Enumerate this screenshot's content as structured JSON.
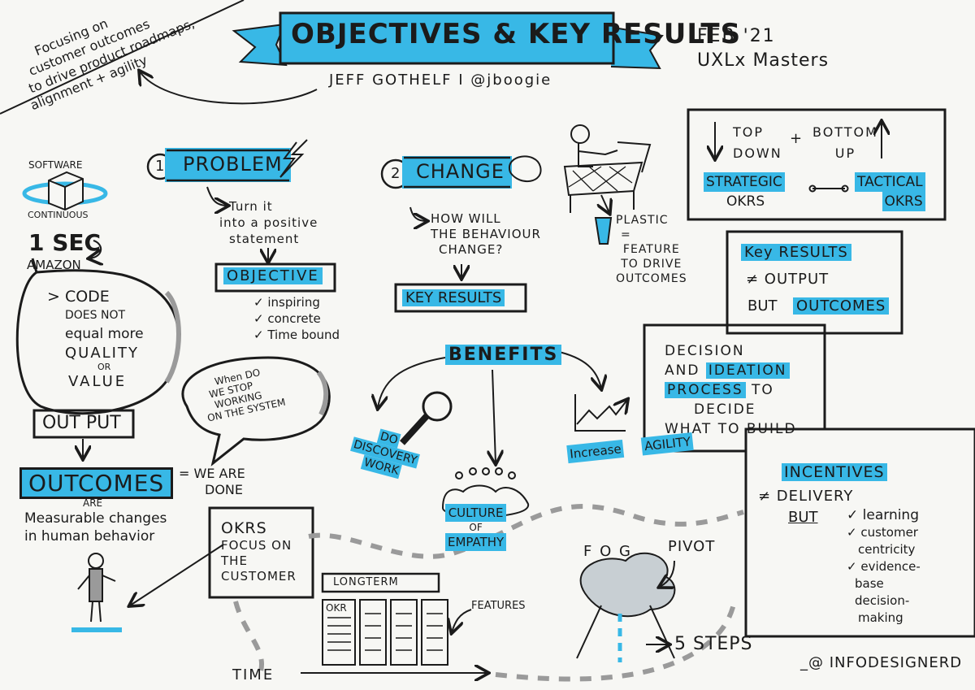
{
  "header": {
    "title": "OBJECTIVES & KEY RESULTS",
    "speaker": "JEFF GOTHELF I @jboogie",
    "date": "FEB '21",
    "event": "UXLx Masters",
    "tagline": [
      "Focusing on",
      "customer outcomes",
      "to drive product roadmaps,",
      "alignment + agility"
    ]
  },
  "left": {
    "software": "SOFTWARE",
    "continuous": "CONTINUOUS",
    "one_sec": "1 SEC",
    "amazon": "AMAZON",
    "code_bubble": [
      "> CODE",
      "DOES NOT",
      "equal more",
      "QUALITY",
      "OR",
      "VALUE"
    ],
    "output": "OUT PUT",
    "outcomes": "OUTCOMES",
    "are": "ARE",
    "outcomes_def": [
      "Measurable changes",
      "in human behavior"
    ],
    "we_are_done": [
      "= WE ARE",
      "DONE"
    ],
    "stop_bubble": [
      "When DO",
      "WE STOP",
      "WORKING",
      "ON THE SYSTEM"
    ]
  },
  "problem": {
    "number": "1",
    "label": "PROBLEM",
    "turn": [
      "Turn it",
      "into a positive",
      "statement"
    ],
    "objective": "OBJECTIVE",
    "checks": [
      "✓ inspiring",
      "✓ concrete",
      "✓ Time bound"
    ]
  },
  "change": {
    "number": "2",
    "label": "CHANGE",
    "question": [
      "HOW WILL",
      "THE BEHAVIOUR",
      "CHANGE?"
    ],
    "key_results": "KEY RESULTS"
  },
  "plastic": [
    "PLASTIC",
    "=",
    "FEATURE",
    "TO DRIVE",
    "OUTCOMES"
  ],
  "topdown": {
    "top_down": [
      "TOP",
      "DOWN"
    ],
    "plus": "+",
    "bottom_up": [
      "BOTTOM",
      "UP"
    ],
    "strategic": [
      "STRATEGIC",
      "OKRS"
    ],
    "tactical": [
      "TACTICAL",
      "OKRS"
    ]
  },
  "kr_box": {
    "title": "Key RESULTS",
    "neq": "≠ OUTPUT",
    "but": "BUT",
    "outcomes": "OUTCOMES"
  },
  "decision": [
    "DECISION",
    "AND",
    "IDEATION",
    "PROCESS",
    "TO",
    "DECIDE",
    "WHAT TO BUILD"
  ],
  "benefits": {
    "title": "BENEFITS",
    "discovery": [
      "DO",
      "DISCOVERY",
      "WORK"
    ],
    "culture": [
      "CULTURE",
      "OF",
      "EMPATHY"
    ],
    "agility": [
      "Increase",
      "AGILITY"
    ]
  },
  "incentives": {
    "title": "INCENTIVES",
    "neq": "≠ DELIVERY",
    "but": "BUT",
    "items": [
      "✓ learning",
      "✓ customer",
      "centricity",
      "✓ evidence-",
      "base",
      "decision-",
      "making"
    ]
  },
  "okrs": [
    "OKRS",
    "FOCUS ON",
    "THE",
    "CUSTOMER"
  ],
  "roadmap": {
    "longterm": "LONGTERM",
    "okr": "OKR",
    "features": "FEATURES",
    "time": "TIME"
  },
  "fog": {
    "fog": "F O G",
    "pivot": "PIVOT",
    "steps": "5 STEPS"
  },
  "credit": "_@ INFODESIGNERD",
  "colors": {
    "accent": "#38b8e6",
    "ink": "#1b1b1b",
    "paper": "#f7f7f4",
    "gray": "#9a9a9a"
  }
}
